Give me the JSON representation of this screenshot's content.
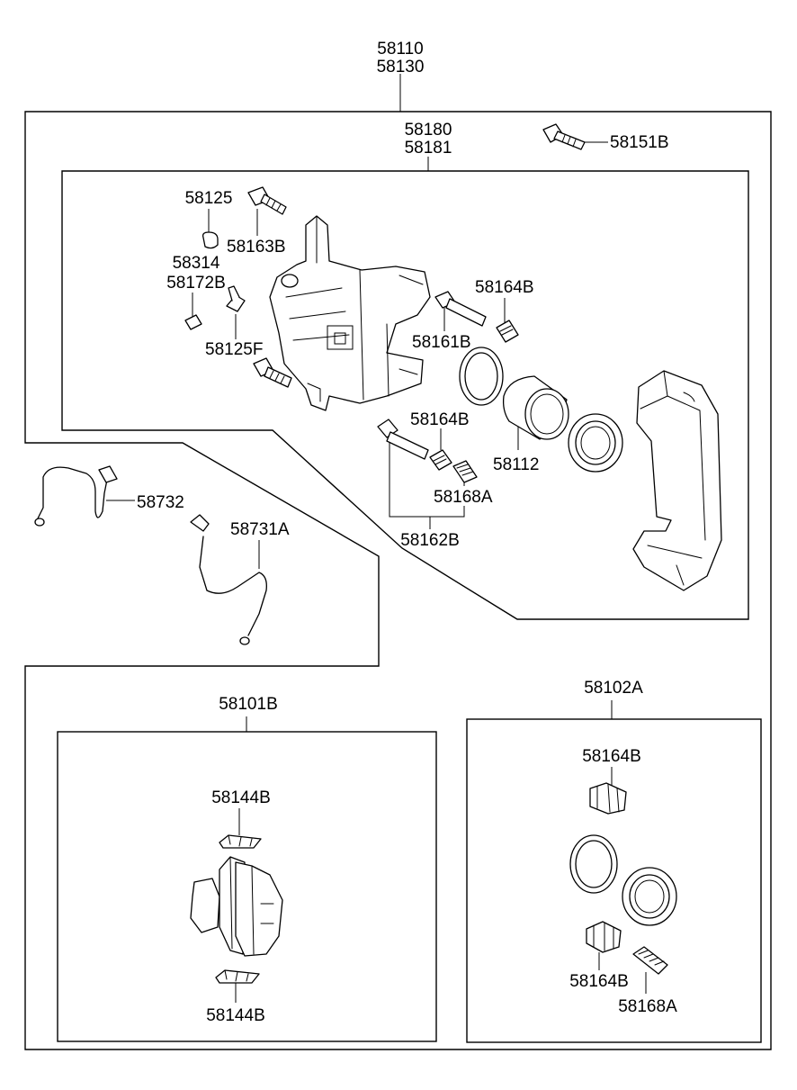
{
  "labels": {
    "assembly_front": "58110",
    "assembly_rear": "58130",
    "caliper_assy_a": "58180",
    "caliper_assy_b": "58181",
    "guide_bolt_top": "58151B",
    "bleeder_cap": "58125",
    "bolt_upper": "58163B",
    "bleeder_item": "58314",
    "bleeder_screw": "58172B",
    "bleeder_plug": "58125F",
    "boot_upper": "58164B",
    "pin_upper": "58161B",
    "boot_lower": "58164B",
    "piston": "58112",
    "pin_sleeve": "58168A",
    "pin_kit": "58162B",
    "hose_left": "58732",
    "hose_right": "58731A",
    "pad_kit": "58101B",
    "shim_top": "58144B",
    "shim_bottom": "58144B",
    "seal_kit": "58102A",
    "kit_boot_top": "58164B",
    "kit_boot_bottom": "58164B",
    "kit_sleeve": "58168A"
  }
}
